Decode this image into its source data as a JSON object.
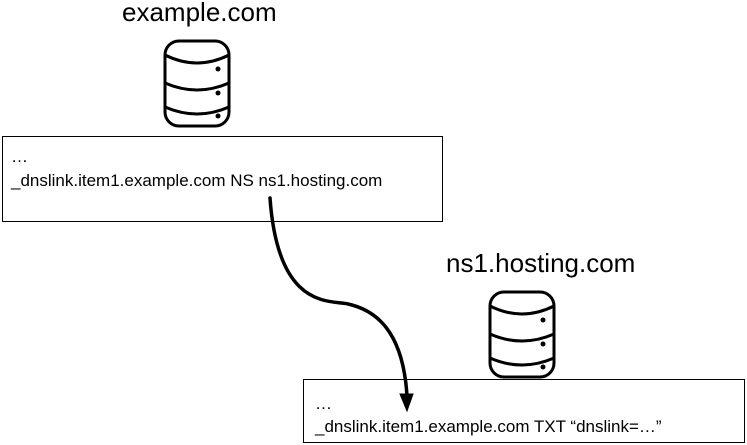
{
  "servers": [
    {
      "title": "example.com",
      "records": [
        "…",
        "_dnslink.item1.example.com NS ns1.hosting.com"
      ],
      "icon": "database-server-icon"
    },
    {
      "title": "ns1.hosting.com",
      "records": [
        "…",
        "_dnslink.item1.example.com TXT “dnslink=…”"
      ],
      "icon": "database-server-icon"
    }
  ],
  "colors": {
    "stroke": "#000000",
    "background": "#ffffff"
  },
  "connector": {
    "from": "servers.0.records.1",
    "to": "servers.1.records.1",
    "icon": "curved-arrow"
  }
}
